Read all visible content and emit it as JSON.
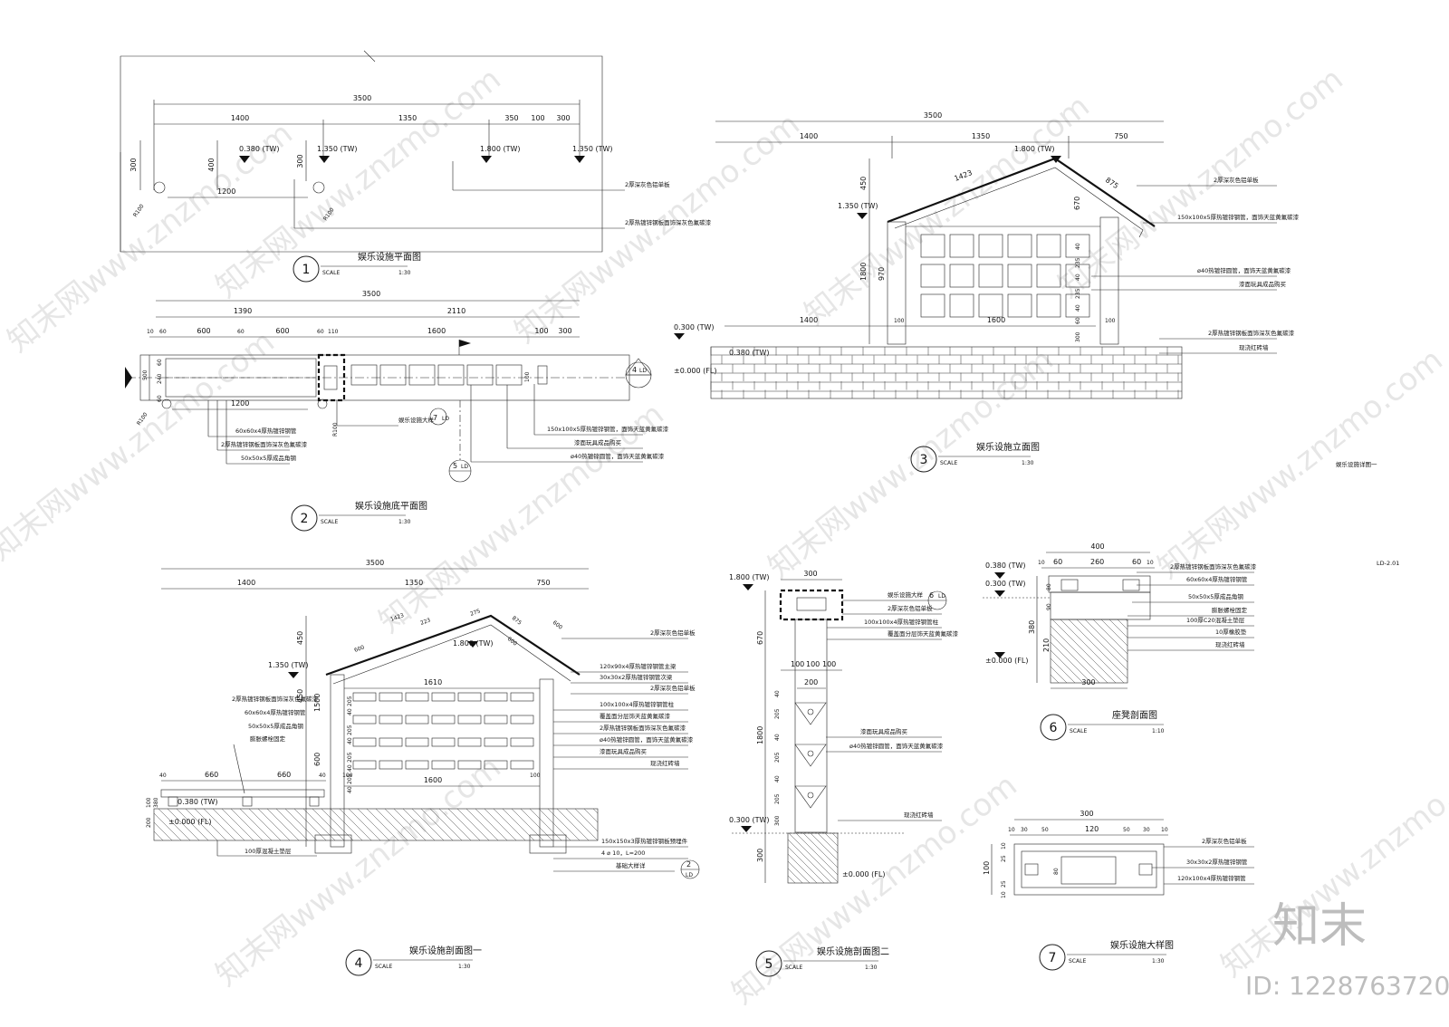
{
  "drawing_code": "LD-2.01",
  "sheet_label": "娱乐设施详图一",
  "brand": {
    "logo_text": "知末",
    "id_text": "ID: 1228763720",
    "watermark": "知末网www.znzmo.com"
  },
  "views": {
    "v1": {
      "num": "1",
      "title": "娱乐设施平面图",
      "scale_word": "SCALE",
      "scale": "1:30",
      "dims_top": [
        "3500"
      ],
      "dims_row": [
        "1400",
        "1350",
        "350",
        "100",
        "300"
      ],
      "left_dims": [
        "300",
        "400",
        "300"
      ],
      "mid_dim": "1200",
      "radius": [
        "R100",
        "R100"
      ],
      "levels": [
        "0.380 (TW)",
        "1.350 (TW)",
        "1.800 (TW)",
        "1.350 (TW)"
      ],
      "notes": [
        "2厚深灰色铝单板",
        "2厚热镀锌钢板面饰深灰色氟碳漆"
      ]
    },
    "v2": {
      "num": "2",
      "title": "娱乐设施底平面图",
      "scale_word": "SCALE",
      "scale": "1:30",
      "dims_top": [
        "3500"
      ],
      "dims_mid": [
        "1390",
        "2110"
      ],
      "dims_row": [
        "10",
        "60",
        "600",
        "60",
        "600",
        "60",
        "110",
        "1600",
        "100",
        "300"
      ],
      "left_dims": [
        "500",
        "60",
        "240",
        "60"
      ],
      "mid_dim": "1200",
      "sub_dim": "100",
      "radius": [
        "R100",
        "R100"
      ],
      "refs": {
        "r7": "7",
        "r4": "4",
        "r5": "5",
        "ld": "LD"
      },
      "notes": [
        "娱乐设施大样",
        "150x100x5厚热镀锌钢管，面饰天蓝黄氟碳漆",
        "60x60x4厚热镀锌钢管",
        "漆面玩具成品购买",
        "2厚热镀锌钢板面饰深灰色氟碳漆",
        "ø40热镀锌圆管，面饰天蓝黄氟碳漆",
        "50x50x5厚成品角钢"
      ]
    },
    "v3": {
      "num": "3",
      "title": "娱乐设施立面图",
      "scale_word": "SCALE",
      "scale": "1:30",
      "dims_top": [
        "3500"
      ],
      "dims_row": [
        "1400",
        "1350",
        "750"
      ],
      "bottom_dims": [
        "1400",
        "1600"
      ],
      "small_dims": [
        "1423",
        "875",
        "100",
        "100"
      ],
      "left_dims": [
        "450",
        "1800",
        "970"
      ],
      "inner_dims": [
        "670",
        "40",
        "235",
        "40",
        "235",
        "40",
        "60",
        "300"
      ],
      "levels": [
        "1.800 (TW)",
        "1.350 (TW)",
        "0.300 (TW)",
        "0.380 (TW)",
        "±0.000 (FL)"
      ],
      "notes": [
        "2厚深灰色铝单板",
        "150x100x5厚热镀锌钢管，面饰天蓝黄氟碳漆",
        "ø40热镀锌圆管，面饰天蓝黄氟碳漆",
        "漆面玩具成品购买",
        "2厚热镀锌钢板面饰深灰色氟碳漆",
        "现浇红砖墙"
      ]
    },
    "v4": {
      "num": "4",
      "title": "娱乐设施剖面图一",
      "scale_word": "SCALE",
      "scale": "1:30",
      "dims_top": [
        "3500"
      ],
      "dims_row": [
        "1400",
        "1350",
        "750"
      ],
      "roof_dims": [
        "1423",
        "600",
        "223",
        "275",
        "875",
        "600",
        "600"
      ],
      "inner_top": "1610",
      "inner_bottom": "1600",
      "seat_dims": [
        "40",
        "660",
        "660",
        "40",
        "100",
        "100"
      ],
      "left_dims": [
        "450",
        "450",
        "1500",
        "600"
      ],
      "mid_dims": [
        "205",
        "40",
        "205",
        "40",
        "205",
        "40",
        "205",
        "40"
      ],
      "base_dims": [
        "100",
        "380",
        "200"
      ],
      "levels": [
        "1.350 (TW)",
        "1.800 (TW)",
        "0.380 (TW)",
        "±0.000 (FL)"
      ],
      "ref_num": "2",
      "ref_code": "LD",
      "notes_left": [
        "2厚热镀锌钢板面饰深灰色氟碳漆",
        "60x60x4厚热镀锌钢管",
        "50x50x5厚成品角钢",
        "膨胀螺栓固定"
      ],
      "notes_right": [
        "2厚深灰色铝单板",
        "120x90x4厚热镀锌钢管主梁",
        "30x30x2厚热镀锌钢管次梁",
        "2厚深灰色铝单板",
        "100x100x4厚热镀锌钢管柱",
        "覆盖面分层饰天蓝黄氟碳漆",
        "2厚热镀锌钢板面饰深灰色氟碳漆",
        "ø40热镀锌圆管，面饰天蓝黄氟碳漆",
        "漆面玩具成品购买",
        "现浇红砖墙",
        "150x150x3厚热镀锌钢板预埋件",
        "4 ⌀ 10，L=200",
        "基础大样详"
      ],
      "bottom_note": "100厚混凝土垫层"
    },
    "v5": {
      "num": "5",
      "title": "娱乐设施剖面图二",
      "scale_word": "SCALE",
      "scale": "1:30",
      "top_dim": "300",
      "row_dims": [
        "100",
        "100",
        "100"
      ],
      "base_dim": "200",
      "left_dims": [
        "670",
        "40",
        "205",
        "40",
        "205",
        "40",
        "205",
        "300",
        "1800",
        "300"
      ],
      "levels": [
        "1.800 (TW)",
        "0.300 (TW)",
        "±0.000 (FL)"
      ],
      "ref_num": "6",
      "ref_code": "LD",
      "notes": [
        "娱乐设施大样",
        "2厚深灰色铝单板",
        "100x100x4厚热镀锌钢管柱",
        "覆盖面分层饰天蓝黄氟碳漆",
        "漆面玩具成品购买",
        "ø40热镀锌圆管，面饰天蓝黄氟碳漆",
        "现浇红砖墙"
      ]
    },
    "v6": {
      "num": "6",
      "title": "座凳剖面图",
      "scale_word": "SCALE",
      "scale": "1:10",
      "top_dim": "400",
      "row_dims": [
        "10",
        "60",
        "260",
        "60",
        "10"
      ],
      "left_dims": [
        "80",
        "90",
        "380",
        "210"
      ],
      "bottom_dim": "300",
      "levels": [
        "0.380 (TW)",
        "0.300 (TW)",
        "±0.000 (FL)"
      ],
      "notes": [
        "2厚热镀锌钢板面饰深灰色氟碳漆",
        "60x60x4厚热镀锌钢管",
        "50x50x5厚成品角钢",
        "膨胀螺栓固定",
        "100厚C20混凝土垫层",
        "10厚橡胶垫",
        "现浇红砖墙"
      ]
    },
    "v7": {
      "num": "7",
      "title": "娱乐设施大样图",
      "scale_word": "SCALE",
      "scale": "1:30",
      "top_dim": "300",
      "row_dims": [
        "10",
        "30",
        "50",
        "120",
        "50",
        "30",
        "10"
      ],
      "left_dims": [
        "10",
        "25",
        "100",
        "25",
        "10"
      ],
      "inner_dim": "80",
      "notes": [
        "2厚深灰色铝单板",
        "30x30x2厚热镀锌钢管",
        "120x100x4厚热镀锌钢管"
      ]
    }
  }
}
